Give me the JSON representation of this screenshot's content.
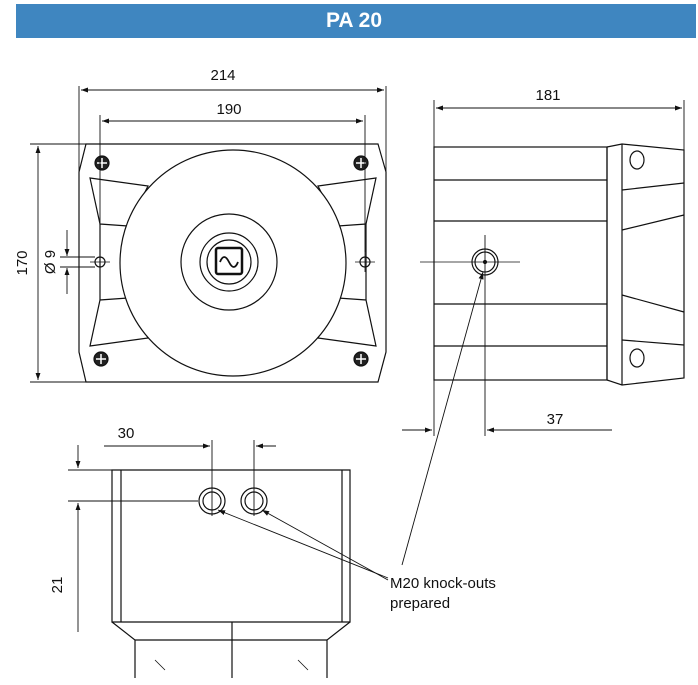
{
  "header": {
    "title": "PA 20",
    "color": "#3f86c0"
  },
  "dimensions": {
    "overall_width": "214",
    "mounting_hole_spacing": "190",
    "height": "170",
    "hole_diameter": "Ø 9",
    "depth": "181",
    "knockout_offset": "37",
    "knockout_spacing": "30",
    "knockout_height": "21"
  },
  "callout": {
    "line1": "M20 knock-outs",
    "line2": "prepared"
  },
  "icons": {
    "device_symbol": "sine-wave-icon"
  }
}
